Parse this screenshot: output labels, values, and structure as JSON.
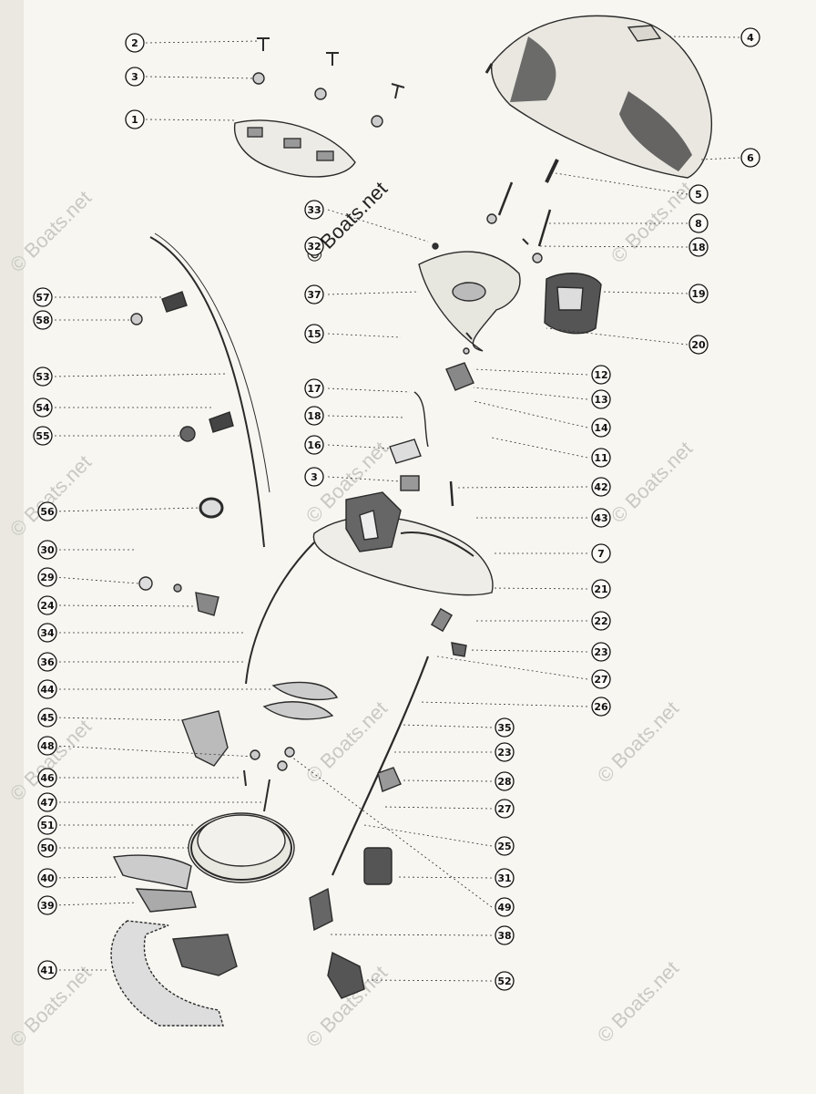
{
  "watermark": {
    "main": "© Boats.net",
    "faint": "© Boats.net"
  },
  "callouts": [
    {
      "id": "c2",
      "label": "2"
    },
    {
      "id": "c3",
      "label": "3"
    },
    {
      "id": "c1",
      "label": "1"
    },
    {
      "id": "c4",
      "label": "4"
    },
    {
      "id": "c6",
      "label": "6"
    },
    {
      "id": "c5",
      "label": "5"
    },
    {
      "id": "c8",
      "label": "8"
    },
    {
      "id": "c18a",
      "label": "18"
    },
    {
      "id": "c19",
      "label": "19"
    },
    {
      "id": "c20",
      "label": "20"
    },
    {
      "id": "c33",
      "label": "33"
    },
    {
      "id": "c32",
      "label": "32"
    },
    {
      "id": "c37",
      "label": "37"
    },
    {
      "id": "c15",
      "label": "15"
    },
    {
      "id": "c17",
      "label": "17"
    },
    {
      "id": "c18b",
      "label": "18"
    },
    {
      "id": "c16",
      "label": "16"
    },
    {
      "id": "c3b",
      "label": "3"
    },
    {
      "id": "c12",
      "label": "12"
    },
    {
      "id": "c13",
      "label": "13"
    },
    {
      "id": "c14",
      "label": "14"
    },
    {
      "id": "c11",
      "label": "11"
    },
    {
      "id": "c42",
      "label": "42"
    },
    {
      "id": "c43",
      "label": "43"
    },
    {
      "id": "c7",
      "label": "7"
    },
    {
      "id": "c21",
      "label": "21"
    },
    {
      "id": "c22",
      "label": "22"
    },
    {
      "id": "c23a",
      "label": "23"
    },
    {
      "id": "c27a",
      "label": "27"
    },
    {
      "id": "c26",
      "label": "26"
    },
    {
      "id": "c35",
      "label": "35"
    },
    {
      "id": "c23b",
      "label": "23"
    },
    {
      "id": "c28",
      "label": "28"
    },
    {
      "id": "c27b",
      "label": "27"
    },
    {
      "id": "c25",
      "label": "25"
    },
    {
      "id": "c31",
      "label": "31"
    },
    {
      "id": "c49",
      "label": "49"
    },
    {
      "id": "c38",
      "label": "38"
    },
    {
      "id": "c52",
      "label": "52"
    },
    {
      "id": "c57",
      "label": "57"
    },
    {
      "id": "c58",
      "label": "58"
    },
    {
      "id": "c53",
      "label": "53"
    },
    {
      "id": "c54",
      "label": "54"
    },
    {
      "id": "c55",
      "label": "55"
    },
    {
      "id": "c56",
      "label": "56"
    },
    {
      "id": "c30",
      "label": "30"
    },
    {
      "id": "c29",
      "label": "29"
    },
    {
      "id": "c24",
      "label": "24"
    },
    {
      "id": "c34",
      "label": "34"
    },
    {
      "id": "c36",
      "label": "36"
    },
    {
      "id": "c44",
      "label": "44"
    },
    {
      "id": "c45",
      "label": "45"
    },
    {
      "id": "c48",
      "label": "48"
    },
    {
      "id": "c46",
      "label": "46"
    },
    {
      "id": "c47",
      "label": "47"
    },
    {
      "id": "c51",
      "label": "51"
    },
    {
      "id": "c50",
      "label": "50"
    },
    {
      "id": "c40",
      "label": "40"
    },
    {
      "id": "c39",
      "label": "39"
    },
    {
      "id": "c41",
      "label": "41"
    }
  ]
}
